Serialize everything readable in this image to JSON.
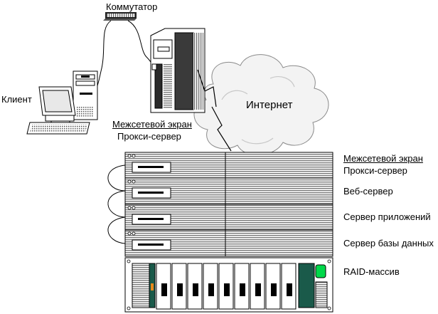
{
  "labels": {
    "switch": "Коммутатор",
    "client": "Клиент",
    "internet": "Интернет",
    "firewall_top_1": "Межсетевой экран",
    "firewall_top_2": "Прокси-сервер",
    "rack_firewall_1": "Межсетевой экран",
    "rack_firewall_2": "Прокси-сервер",
    "web_server": "Веб-сервер",
    "app_server": "Сервер приложений",
    "db_server": "Сервер базы данных",
    "raid": "RAID-массив"
  },
  "colors": {
    "line": "#000000",
    "cloud_fill": "#f2f2f2",
    "screen_fill": "#e6e6e6",
    "raid_light": "#00d84a",
    "raid_accent": "#e8891a",
    "raid_dark": "#1a5a4a"
  },
  "icons": [
    "switch-icon",
    "client-computer-icon",
    "tower-server-icon",
    "cloud-icon",
    "lightning-link-icon",
    "rack-server-icon",
    "raid-array-icon",
    "cable-loop-icon"
  ]
}
